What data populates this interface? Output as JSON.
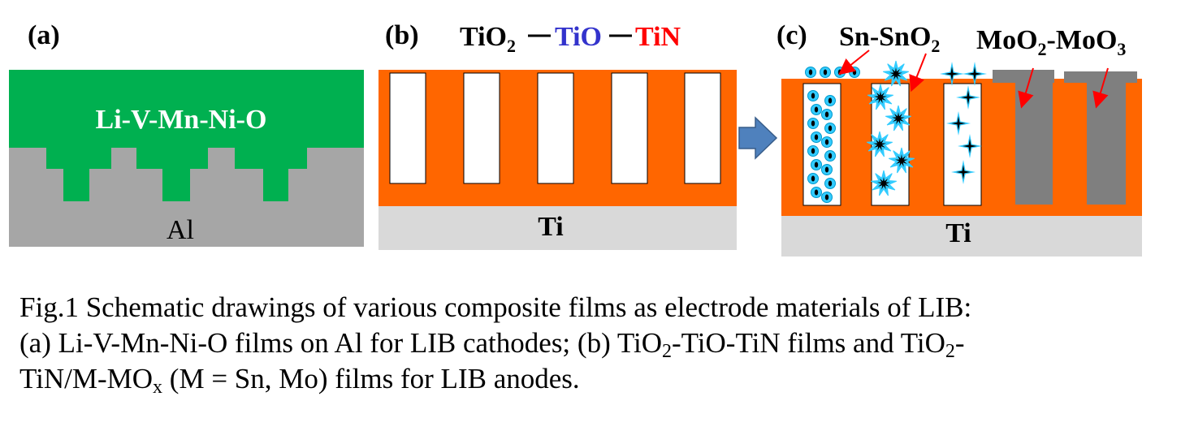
{
  "panels": {
    "a": {
      "letter": "(a)",
      "film_label": "Li-V-Mn-Ni-O",
      "substrate_label": "Al"
    },
    "b": {
      "letter": "(b)",
      "layer_1": "TiO",
      "layer_1_sub": "2",
      "layer_2": "TiO",
      "layer_3": "TiN",
      "substrate_label": "Ti"
    },
    "c": {
      "letter": "(c)",
      "sn_label_main": "Sn-SnO",
      "sn_label_sub": "2",
      "mo_label_1": "MoO",
      "mo_label_1_sub": "2",
      "mo_label_2": "-MoO",
      "mo_label_2_sub": "3",
      "substrate_label": "Ti"
    }
  },
  "caption": {
    "line1": "Fig.1 Schematic drawings of various composite films as electrode materials of LIB:",
    "line2_a": "(a) Li-V-Mn-Ni-O films on Al for LIB cathodes; (b) TiO",
    "line2_sub1": "2",
    "line2_b": "-TiO-TiN films and TiO",
    "line2_sub2": "2",
    "line2_c": "-",
    "line3_a": "TiN/M-MO",
    "line3_sub": "x",
    "line3_b": " (M = Sn, Mo) films for LIB anodes."
  },
  "colors": {
    "li_film": "#00b050",
    "al_substrate": "#a6a6a6",
    "tio2_tin": "#ff6600",
    "ti_substrate": "#d9d9d9",
    "tio_text": "#3333cc",
    "tin_text": "#ff0000",
    "arrow": "#4f81bd",
    "sn_particle": "#33ccff",
    "mo_fill": "#7f7f7f",
    "pointer": "#ff0000"
  }
}
